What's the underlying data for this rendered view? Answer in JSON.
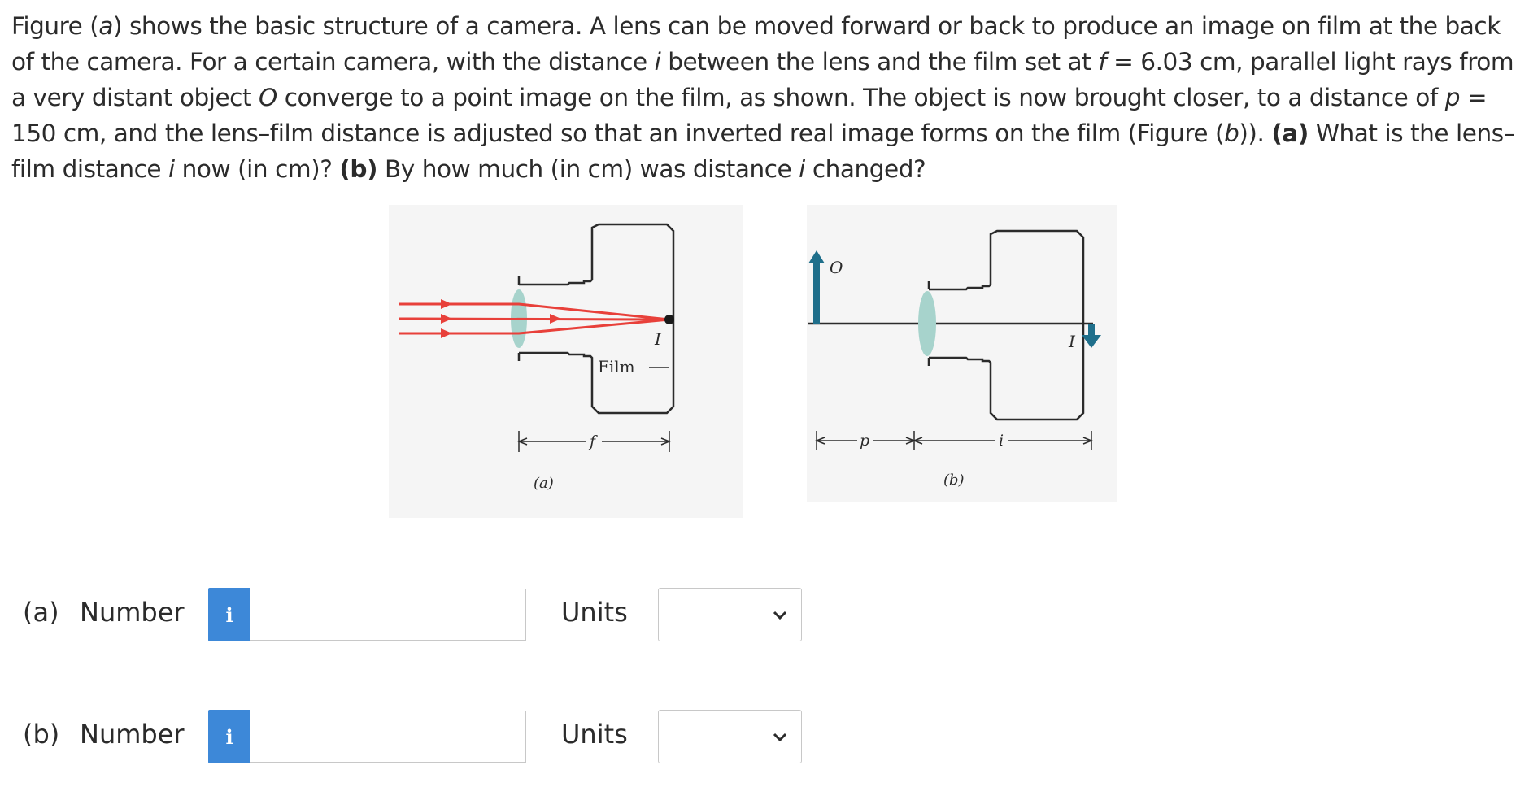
{
  "question": {
    "t1": "Figure (",
    "t2": "a",
    "t3": ") shows the basic structure of a camera. A lens can be moved forward or back to produce an image on film at the back of the camera. For a certain camera, with the distance ",
    "t4": "i",
    "t5": " between the lens and the film set at ",
    "t6": "f",
    "t7": " = 6.03 cm, parallel light rays from a very distant object ",
    "t8": "O",
    "t9": " converge to a point image on the film, as shown. The object is now brought closer, to a distance of ",
    "t10": "p",
    "t11": " = 150 cm, and the lens–film distance is adjusted so that an inverted real image forms on the film (Figure (",
    "t12": "b",
    "t13": ")). ",
    "t14": "(a)",
    "t15": " What is the lens–film distance ",
    "t16": "i",
    "t17": " now (in cm)? ",
    "t18": "(b)",
    "t19": " By how much (in cm) was distance ",
    "t20": "i",
    "t21": " changed?"
  },
  "figure_a": {
    "image_label": "I",
    "film_label": "Film",
    "dim_label": "f",
    "caption": "(a)"
  },
  "figure_b": {
    "object_label": "O",
    "image_label": "I",
    "dim_p_label": "p",
    "dim_i_label": "i",
    "caption": "(b)"
  },
  "answers": [
    {
      "part": "(a)",
      "number_label": "Number",
      "info_icon": "i",
      "value": "",
      "units_label": "Units",
      "units_selected": ""
    },
    {
      "part": "(b)",
      "number_label": "Number",
      "info_icon": "i",
      "value": "",
      "units_label": "Units",
      "units_selected": ""
    }
  ],
  "colors": {
    "ray": "#e8403a",
    "lens": "#a7d3cc",
    "arrow": "#1f6f8b",
    "info_button": "#3d88d8"
  }
}
